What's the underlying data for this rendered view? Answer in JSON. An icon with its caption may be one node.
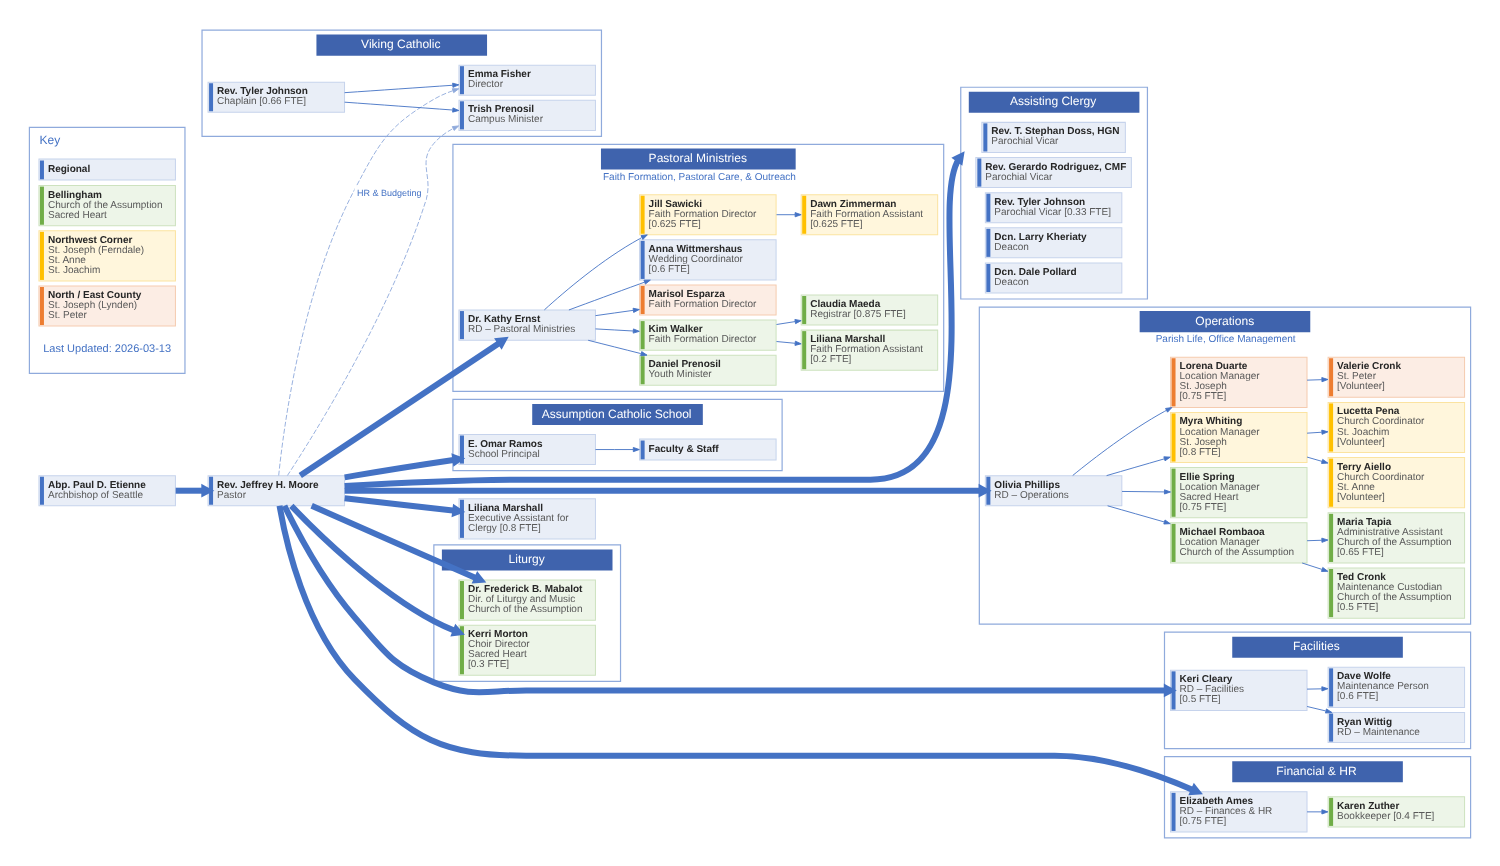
{
  "diagram": {
    "nodes": [
      {
        "text": [
          "Pastoral Ministries",
          "Faith Formation, Pastoral Care, & Outreach"
        ]
      },
      {
        "text": [
          "Daniel Prenosil",
          "Youth Minister"
        ],
        "in": 0
      },
      {
        "text": [
          "Kim Walker",
          "Faith Formation Director"
        ],
        "in": 0
      },
      {
        "text": [
          "Liliana Marshall",
          "Faith Formation Assistant",
          "[0.2 FTE]"
        ],
        "in": 0
      },
      {
        "text": [
          "Claudia Maeda",
          "Registrar [0.875 FTE]"
        ],
        "in": 0
      },
      {
        "text": [
          "Marisol Esparza",
          "Faith Formation Director"
        ],
        "in": 0
      },
      {
        "text": [
          "Dr. Kathy Ernst",
          "RD – Pastoral Ministries"
        ],
        "in": 0
      },
      {
        "text": [
          "Anna Wittmershaus",
          "Wedding Coordinator",
          "[0.6 FTE]"
        ],
        "in": 0
      },
      {
        "text": [
          "Jill Sawicki",
          "Faith Formation Director",
          "[0.625 FTE]"
        ],
        "in": 0
      },
      {
        "text": [
          "Dawn Zimmerman",
          "Faith Formation Assistant",
          "[0.625 FTE]"
        ],
        "in": 0
      },
      {
        "text": [
          "Abp. Paul D. Etienne",
          "Archbishop of Seattle"
        ]
      },
      {
        "text": [
          "Rev. Jeffrey H. Moore",
          "Pastor"
        ]
      },
      {
        "text": [
          "Assisting Clergy"
        ]
      },
      {
        "text": [
          "Rev. T. Stephan Doss, HGN",
          "Parochial Vicar"
        ],
        "in": 12
      },
      {
        "text": [
          "Rev. Gerardo Rodriguez, CMF",
          "Parochial Vicar"
        ],
        "in": 12
      },
      {
        "text": [
          "Rev. Tyler Johnson",
          "Parochial Vicar [0.33 FTE]"
        ],
        "in": 12
      },
      {
        "text": [
          "Dcn. Larry Kheriaty",
          "Deacon"
        ],
        "in": 12
      },
      {
        "text": [
          "Dcn. Dale Pollard",
          "Deacon"
        ],
        "in": 12
      },
      {
        "text": [
          "Operations",
          "Parish Life, Office Management"
        ]
      },
      {
        "text": [
          "Olivia Phillips",
          "RD – Operations"
        ],
        "in": 18
      },
      {
        "text": [
          "Michael Rombaoa",
          "Location Manager",
          "Church of the Assumption"
        ],
        "in": 18
      },
      {
        "text": [
          "Maria Tapia",
          "Administrative Assistant",
          "Church of the Assumption",
          "[0.65 FTE]"
        ],
        "in": 18
      },
      {
        "text": [
          "Ted Cronk",
          "Maintenance Custodian",
          "Church of the Assumption",
          "[0.5 FTE]"
        ],
        "in": 18
      },
      {
        "text": [
          "Ellie Spring",
          "Location Manager",
          "Sacred Heart",
          "[0.75 FTE]"
        ],
        "in": 18
      },
      {
        "text": [
          "Myra Whiting",
          "Location Manager",
          "St. Joseph",
          "[0.8 FTE]"
        ],
        "in": 18
      },
      {
        "text": [
          "Terry Aiello",
          "Church Coordinator",
          "St. Anne",
          "[Volunteer]"
        ],
        "in": 18
      },
      {
        "text": [
          "Lucetta Pena",
          "Church Coordinator",
          "St. Joachim",
          "[Volunteer]"
        ],
        "in": 18
      },
      {
        "text": [
          "Lorena Duarte",
          "Location Manager",
          "St. Joseph",
          "[0.75 FTE]"
        ],
        "in": 18
      },
      {
        "text": [
          "Valerie Cronk",
          "St. Peter",
          "[Volunteer]"
        ],
        "in": 18
      },
      {
        "text": [
          "Key"
        ]
      },
      {
        "text": [
          "Regional"
        ],
        "in": 29
      },
      {
        "text": [
          "Bellingham",
          "Church of the Assumption",
          "Sacred Heart"
        ],
        "in": 29
      },
      {
        "text": [
          "Northwest Corner",
          "St. Joseph (Ferndale)",
          "St. Anne",
          "St. Joachim"
        ],
        "in": 29
      },
      {
        "text": [
          "North / East County",
          "St. Joseph (Lynden)",
          "St. Peter"
        ],
        "in": 29
      },
      {
        "text": [
          "Assumption Catholic School"
        ]
      },
      {
        "text": [
          "E. Omar Ramos",
          "School Principal"
        ],
        "in": 34
      },
      {
        "text": [
          "Faculty & Staff"
        ],
        "in": 34
      },
      {
        "text": [
          "Viking Catholic"
        ]
      },
      {
        "text": [
          "Rev. Tyler Johnson",
          "Chaplain [0.66 FTE]"
        ],
        "in": 37
      },
      {
        "text": [
          "Emma Fisher",
          "Director"
        ],
        "in": 37
      },
      {
        "text": [
          "Trish Prenosil",
          "Campus Minister"
        ],
        "in": 37
      },
      {
        "text": [
          "Liliana Marshall",
          "Executive Assistant for Clergy [0.8 FTE]"
        ]
      },
      {
        "text": [
          "Liturgy"
        ]
      },
      {
        "text": [
          "Dr. Frederick B. Mabalot",
          "Dir. of Liturgy and Music",
          "Church of the Assumption"
        ],
        "in": 42
      },
      {
        "text": [
          "Kerri Morton",
          "Choir Director",
          "Sacred Heart",
          "[0.3 FTE]"
        ],
        "in": 42
      },
      {
        "text": [
          "Facilities"
        ]
      },
      {
        "text": [
          "Keri Cleary",
          "RD – Facilities",
          "[0.5 FTE]"
        ],
        "in": 45
      },
      {
        "text": [
          "Ryan Wittig",
          "RD – Maintenance"
        ],
        "in": 45
      },
      {
        "text": [
          "Dave Wolfe",
          "Maintenance Person",
          "[0.6 FTE]"
        ],
        "in": 45
      },
      {
        "text": [
          "Financial & HR"
        ]
      },
      {
        "text": [
          "Elizabeth Ames",
          "RD – Finances & HR",
          "[0.75 FTE]"
        ],
        "in": 49
      },
      {
        "text": [
          "Karen Zuther",
          "Bookkeeper [0.4 FTE]"
        ],
        "in": 49
      }
    ],
    "edges": [
      {
        "from": 10,
        "to": 11,
        "arrow": "to",
        "style": "thick"
      },
      {
        "from": 11,
        "to": 6,
        "arrow": "to",
        "style": "thick"
      },
      {
        "from": 11,
        "to": 12,
        "arrow": "to",
        "style": "thick"
      },
      {
        "from": 11,
        "to": 19,
        "arrow": "to",
        "style": "thick"
      },
      {
        "from": 11,
        "to": 35,
        "arrow": "to",
        "style": "thick"
      },
      {
        "from": 11,
        "to": 39,
        "arrow": "to",
        "style": "dashed",
        "color": "#8faadc"
      },
      {
        "from": 11,
        "to": 40,
        "arrow": "to",
        "style": "dashed",
        "color": "#8faadc",
        "label": "HR & Budgeting"
      },
      {
        "from": 11,
        "to": 41,
        "arrow": "to",
        "style": "thick"
      },
      {
        "from": 11,
        "to": 43,
        "arrow": "to",
        "style": "thick"
      },
      {
        "from": 11,
        "to": 44,
        "arrow": "to",
        "style": "thick"
      },
      {
        "from": 11,
        "to": 46,
        "arrow": "to",
        "style": "thick"
      },
      {
        "from": 11,
        "to": 50,
        "arrow": "to",
        "style": "thick"
      },
      {
        "from": 6,
        "to": 1,
        "arrow": "to"
      },
      {
        "from": 6,
        "to": 2,
        "arrow": "to"
      },
      {
        "from": 6,
        "to": 7,
        "arrow": "to"
      },
      {
        "from": 6,
        "to": 8,
        "arrow": "to"
      },
      {
        "from": 6,
        "to": 5,
        "arrow": "to"
      },
      {
        "from": 2,
        "to": 3,
        "arrow": "to"
      },
      {
        "from": 2,
        "to": 4,
        "arrow": "to"
      },
      {
        "from": 8,
        "to": 9,
        "arrow": "to"
      },
      {
        "from": 19,
        "to": 20,
        "arrow": "to"
      },
      {
        "from": 19,
        "to": 23,
        "arrow": "to"
      },
      {
        "from": 19,
        "to": 24,
        "arrow": "to"
      },
      {
        "from": 19,
        "to": 27,
        "arrow": "to"
      },
      {
        "from": 20,
        "to": 21,
        "arrow": "to"
      },
      {
        "from": 20,
        "to": 22,
        "arrow": "to"
      },
      {
        "from": 24,
        "to": 25,
        "arrow": "to"
      },
      {
        "from": 24,
        "to": 26,
        "arrow": "to"
      },
      {
        "from": 27,
        "to": 28,
        "arrow": "to"
      },
      {
        "from": 35,
        "to": 36,
        "arrow": "to"
      },
      {
        "from": 38,
        "to": 39,
        "arrow": "to"
      },
      {
        "from": 38,
        "to": 40,
        "arrow": "to"
      },
      {
        "from": 46,
        "to": 47,
        "arrow": "to"
      },
      {
        "from": 46,
        "to": 48,
        "arrow": "to"
      },
      {
        "from": 50,
        "to": 51,
        "arrow": "to"
      }
    ],
    "labels": [
      "Last Updated: 2026-03-13"
    ]
  }
}
